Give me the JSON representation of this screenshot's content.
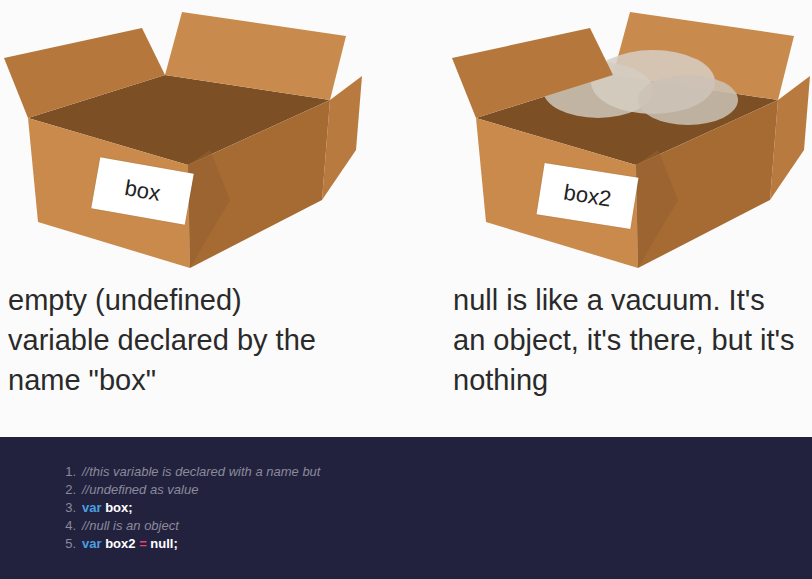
{
  "diagram": {
    "nodes": [
      {
        "text": [
          "box"
        ]
      },
      {
        "text": [
          "box2"
        ]
      },
      {
        "text": [
          "//this variable is declared with a name but",
          "//undefined as value",
          "var box;",
          "//null is an object",
          "var box2 = null;"
        ]
      }
    ],
    "labels": [
      "empty (undefined) variable declared by the name \"box\"",
      "null is like a vacuum. It's an object, it's there, but it's nothing",
      "1.",
      "2.",
      "3.",
      "4.",
      "5."
    ]
  }
}
